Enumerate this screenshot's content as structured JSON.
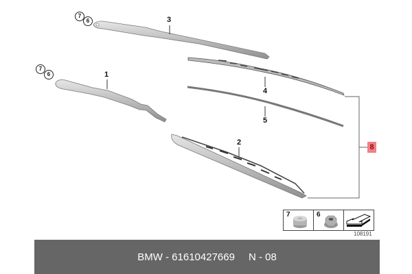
{
  "diagram": {
    "callouts": [
      {
        "id": "1",
        "label": "1",
        "part": "wiper-arm-left"
      },
      {
        "id": "2",
        "label": "2",
        "part": "wiper-blade-assembly"
      },
      {
        "id": "3",
        "label": "3",
        "part": "wiper-arm-right"
      },
      {
        "id": "4",
        "label": "4",
        "part": "wiper-blade-frame"
      },
      {
        "id": "5",
        "label": "5",
        "part": "wiper-rubber-insert"
      },
      {
        "id": "8",
        "label": "8",
        "part": "wiper-blade-set",
        "highlighted": true,
        "highlight_color": "#f27f84"
      }
    ],
    "small_circles_arm3": [
      "7",
      "6"
    ],
    "small_circles_arm1": [
      "7",
      "6"
    ],
    "legend": {
      "items": [
        {
          "label": "7",
          "icon": "cap-icon"
        },
        {
          "label": "6",
          "icon": "nut-icon"
        },
        {
          "label": "",
          "icon": "arrow-icon"
        }
      ]
    },
    "reference_number": "108191"
  },
  "banner": {
    "brand": "BMW",
    "part_number_text": "BMW - 61610427669",
    "position_text": "N - 08",
    "background": "#666666"
  }
}
